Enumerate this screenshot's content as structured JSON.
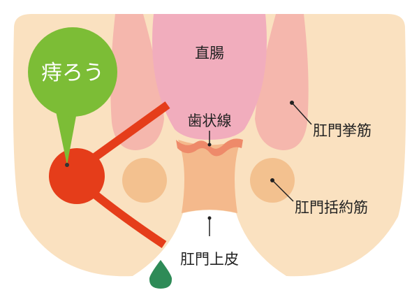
{
  "bubble": {
    "text": "痔ろう"
  },
  "labels": {
    "rectum": "直腸",
    "dentate_line": "歯状線",
    "external_sphincter": "肛門挙筋",
    "internal_sphincter": "肛門括約筋",
    "anoderm": "肛門上皮"
  },
  "colors": {
    "tissue": "#fae1c0",
    "tissue_shadow": "#f2cfa6",
    "rectum": "#f1adbd",
    "muscle": "#f5b7ad",
    "sphincter": "#f3c18f",
    "anal_canal": "#f4b98c",
    "dentate": "#ee8a6a",
    "fistula": "#e53d1a",
    "bubble": "#7cbd36",
    "drop": "#2e8b57"
  }
}
